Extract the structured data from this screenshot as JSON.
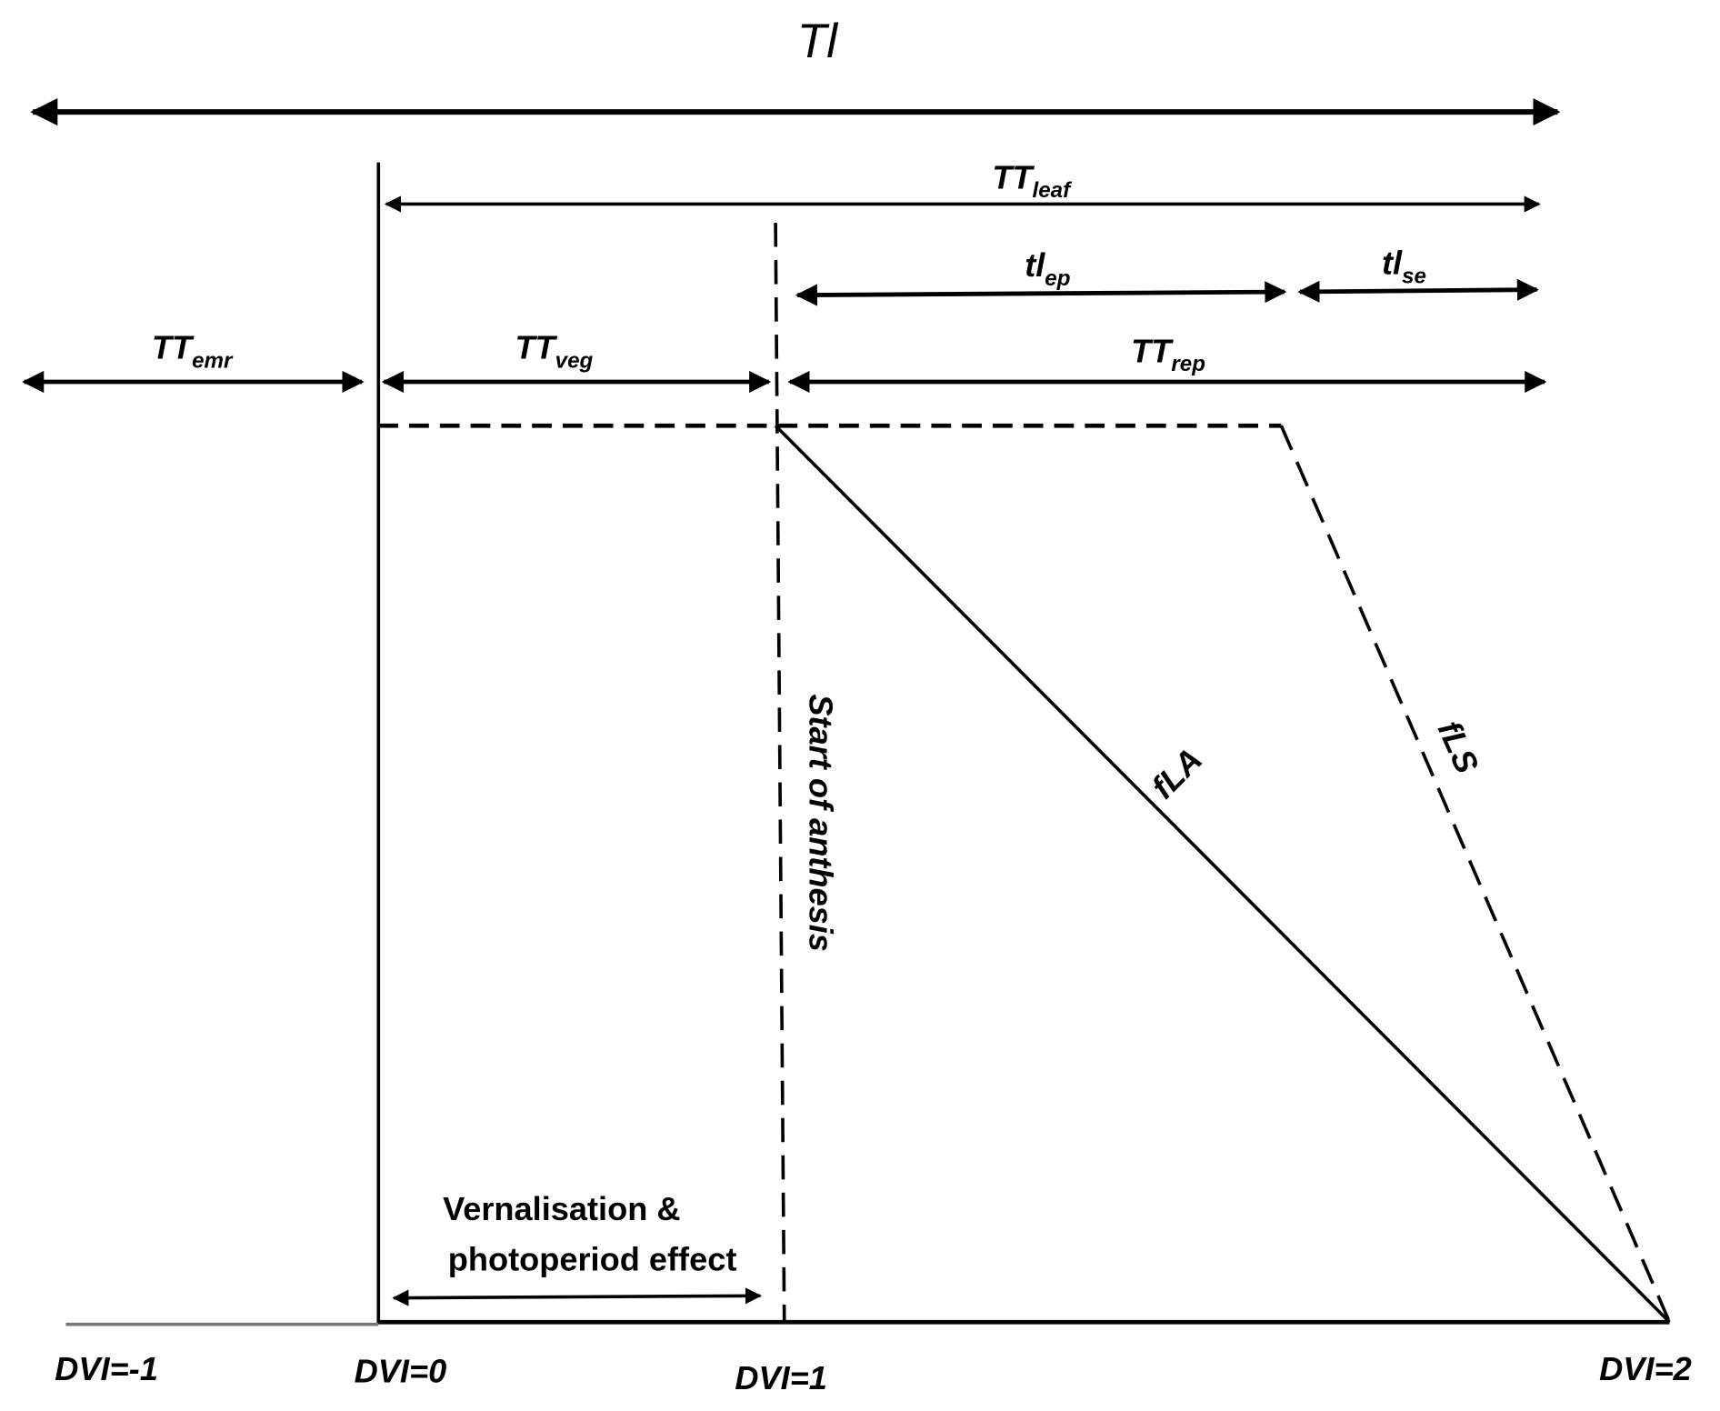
{
  "title": {
    "main": "Tl"
  },
  "spans": {
    "tt_leaf": {
      "base": "TT",
      "sub": "leaf"
    },
    "tl_ep": {
      "base": "tl",
      "sub": "ep"
    },
    "tl_se": {
      "base": "tl",
      "sub": "se"
    },
    "tt_emr": {
      "base": "TT",
      "sub": "emr"
    },
    "tt_veg": {
      "base": "TT",
      "sub": "veg"
    },
    "tt_rep": {
      "base": "TT",
      "sub": "rep"
    }
  },
  "curves": {
    "fla": "fLA",
    "fls": "fLS"
  },
  "anthesis": "Start of anthesis",
  "vernalisation": {
    "line1": "Vernalisation &",
    "line2": "photoperiod effect"
  },
  "axis": {
    "dvi_m1": "DVI=-1",
    "dvi_0": "DVI=0",
    "dvi_1": "DVI=1",
    "dvi_2": "DVI=2"
  }
}
